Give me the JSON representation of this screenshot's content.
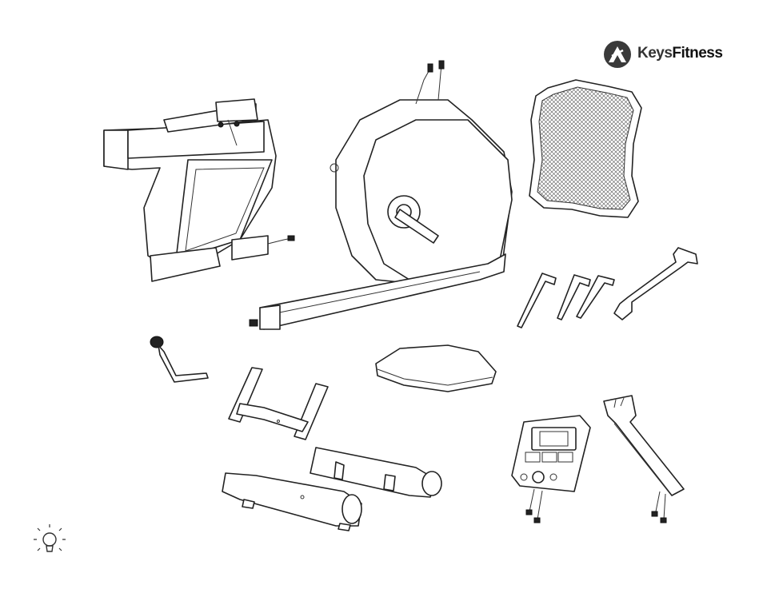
{
  "brand": {
    "name_part1": "Keys",
    "name_part2": "Fitness",
    "colors": {
      "primary": "#3a3a3a",
      "line": "#222222"
    }
  },
  "icons": {
    "logo": "keysfitness-logo-icon",
    "tip": "lightbulb-tip-icon"
  },
  "parts": [
    "rear-frame-seat-rail",
    "main-frame-flywheel-housing",
    "backrest-mesh",
    "allen-keys",
    "open-end-wrench",
    "seat-adjust-knob",
    "handlebar",
    "seat-cushion",
    "console",
    "console-mast",
    "front-stabilizer",
    "rear-stabilizer"
  ]
}
